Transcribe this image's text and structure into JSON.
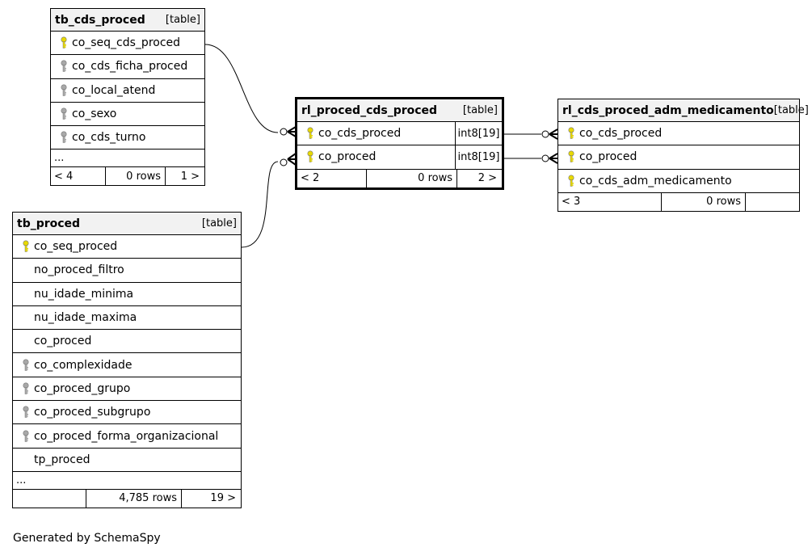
{
  "footer_text": "Generated by SchemaSpy",
  "colors": {
    "primary_key": "#e8d900",
    "foreign_key": "#a8a8a8",
    "header_bg": "#f2f2f2"
  },
  "tables": {
    "tb_cds_proced": {
      "name": "tb_cds_proced",
      "kind": "[table]",
      "columns": [
        {
          "name": "co_seq_cds_proced",
          "key": "pk"
        },
        {
          "name": "co_cds_ficha_proced",
          "key": "fk"
        },
        {
          "name": "co_local_atend",
          "key": "fk"
        },
        {
          "name": "co_sexo",
          "key": "fk"
        },
        {
          "name": "co_cds_turno",
          "key": "fk"
        }
      ],
      "more": "...",
      "footer": {
        "parents": "< 4",
        "rows": "0 rows",
        "children": "1 >"
      }
    },
    "tb_proced": {
      "name": "tb_proced",
      "kind": "[table]",
      "columns": [
        {
          "name": "co_seq_proced",
          "key": "pk"
        },
        {
          "name": "no_proced_filtro",
          "key": ""
        },
        {
          "name": "nu_idade_minima",
          "key": ""
        },
        {
          "name": "nu_idade_maxima",
          "key": ""
        },
        {
          "name": "co_proced",
          "key": ""
        },
        {
          "name": "co_complexidade",
          "key": "fk"
        },
        {
          "name": "co_proced_grupo",
          "key": "fk"
        },
        {
          "name": "co_proced_subgrupo",
          "key": "fk"
        },
        {
          "name": "co_proced_forma_organizacional",
          "key": "fk"
        },
        {
          "name": "tp_proced",
          "key": ""
        }
      ],
      "more": "...",
      "footer": {
        "parents": "",
        "rows": "4,785 rows",
        "children": "19 >"
      }
    },
    "rl_proced_cds_proced": {
      "name": "rl_proced_cds_proced",
      "kind": "[table]",
      "columns": [
        {
          "name": "co_cds_proced",
          "key": "pk",
          "type": "int8[19]"
        },
        {
          "name": "co_proced",
          "key": "pk",
          "type": "int8[19]"
        }
      ],
      "footer": {
        "parents": "< 2",
        "rows": "0 rows",
        "children": "2 >"
      }
    },
    "rl_cds_proced_adm_medicamento": {
      "name": "rl_cds_proced_adm_medicamento",
      "kind": "[table]",
      "columns": [
        {
          "name": "co_cds_proced",
          "key": "pk"
        },
        {
          "name": "co_proced",
          "key": "pk"
        },
        {
          "name": "co_cds_adm_medicamento",
          "key": "pk"
        }
      ],
      "footer": {
        "parents": "< 3",
        "rows": "0 rows",
        "children": ""
      }
    }
  }
}
